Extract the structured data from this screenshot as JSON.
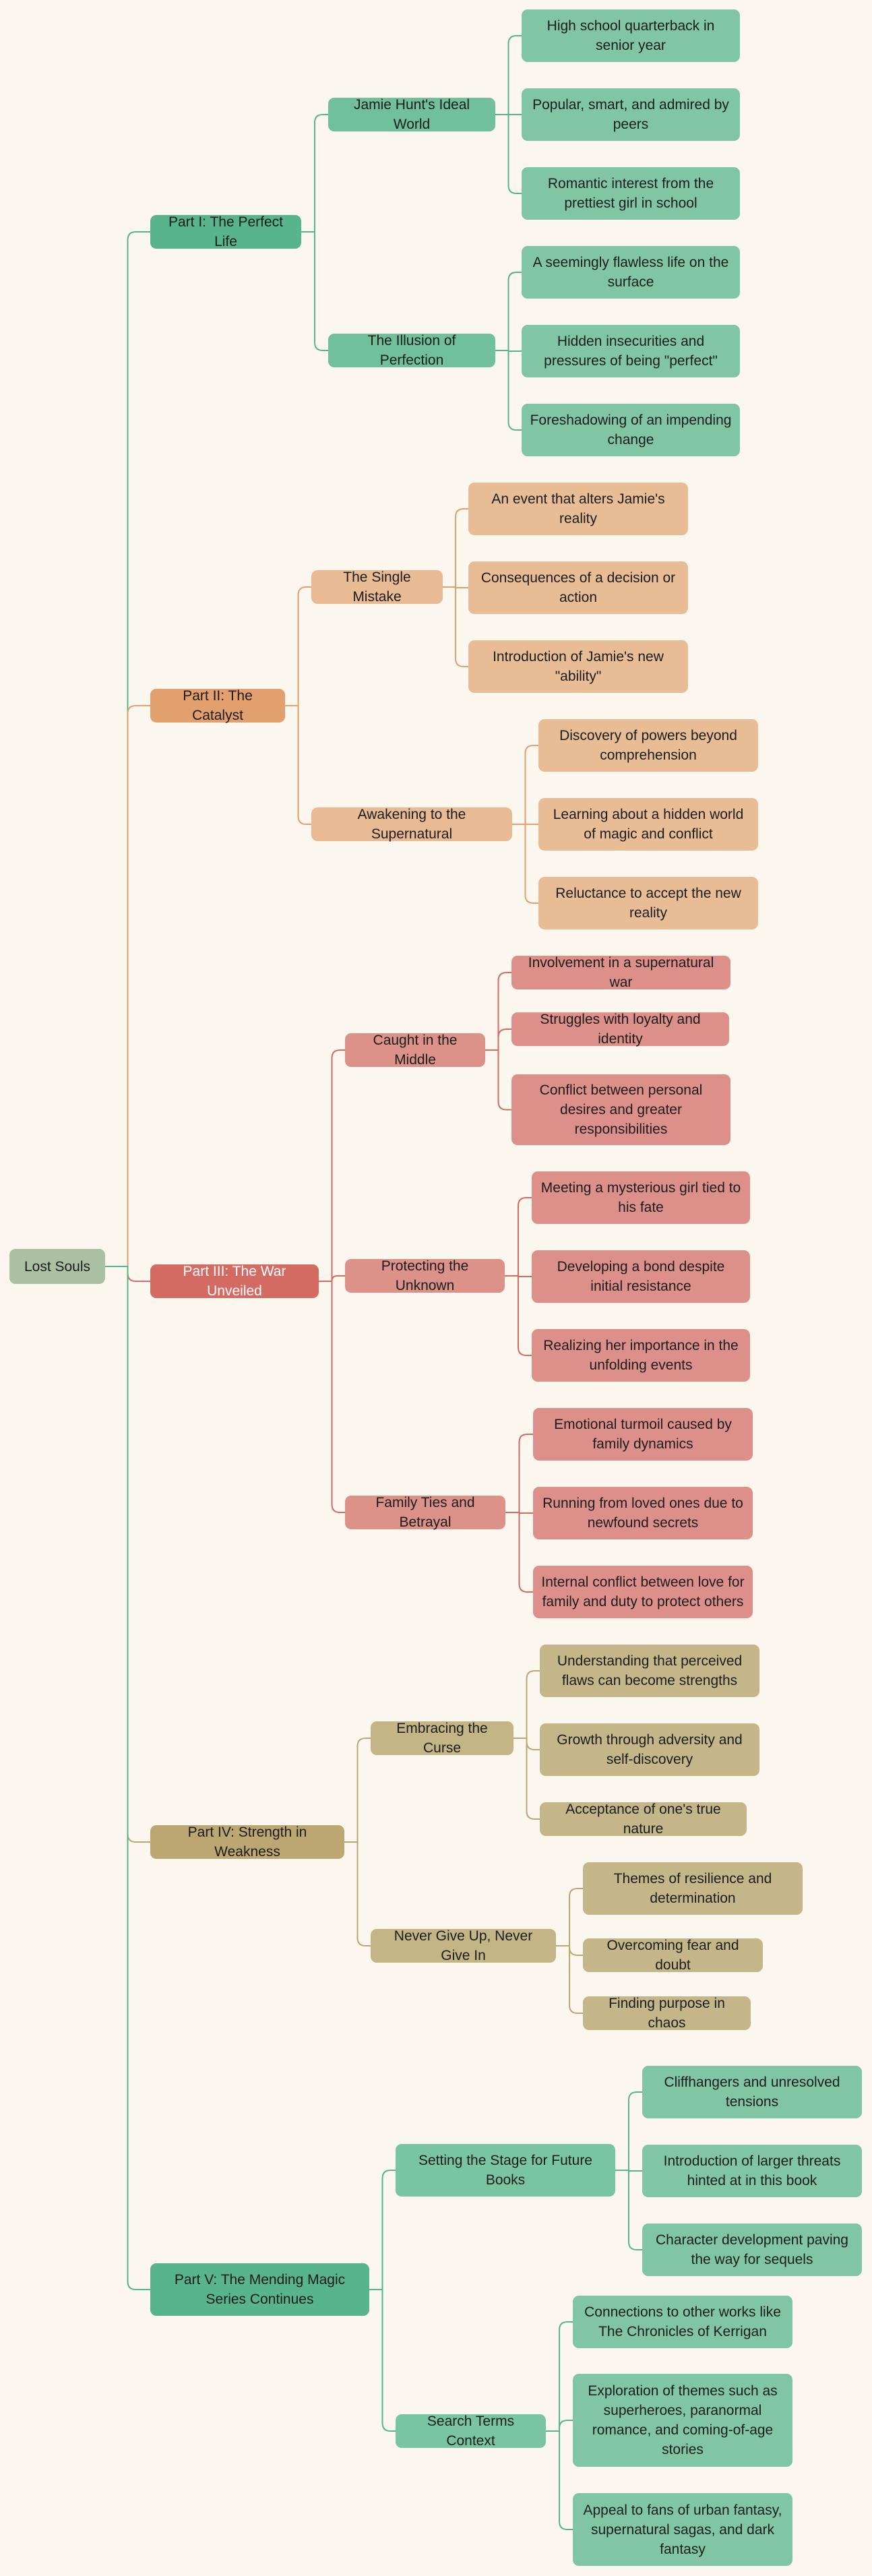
{
  "root": "Lost Souls",
  "parts": [
    {
      "label": "Part I: The Perfect Life",
      "color": "#58b48c",
      "subs": [
        {
          "label": "Jamie Hunt's Ideal World",
          "leaves": [
            "High school quarterback in senior year",
            "Popular, smart, and admired by peers",
            "Romantic interest from the prettiest girl in school"
          ]
        },
        {
          "label": "The Illusion of Perfection",
          "leaves": [
            "A seemingly flawless life on the surface",
            "Hidden insecurities and pressures of being \"perfect\"",
            "Foreshadowing of an impending change"
          ]
        }
      ]
    },
    {
      "label": "Part II: The Catalyst",
      "color": "#e2a06f",
      "subs": [
        {
          "label": "The Single Mistake",
          "leaves": [
            "An event that alters Jamie's reality",
            "Consequences of a decision or action",
            "Introduction of Jamie's new \"ability\""
          ]
        },
        {
          "label": "Awakening to the Supernatural",
          "leaves": [
            "Discovery of powers beyond comprehension",
            "Learning about a hidden world of magic and conflict",
            "Reluctance to accept the new reality"
          ]
        }
      ]
    },
    {
      "label": "Part III: The War Unveiled",
      "color": "#d36b62",
      "subs": [
        {
          "label": "Caught in the Middle",
          "leaves": [
            "Involvement in a supernatural war",
            "Struggles with loyalty and identity",
            "Conflict between personal desires and greater responsibilities"
          ]
        },
        {
          "label": "Protecting the Unknown",
          "leaves": [
            "Meeting a mysterious girl tied to his fate",
            "Developing a bond despite initial resistance",
            "Realizing her importance in the unfolding events"
          ]
        },
        {
          "label": "Family Ties and Betrayal",
          "leaves": [
            "Emotional turmoil caused by family dynamics",
            "Running from loved ones due to newfound secrets",
            "Internal conflict between love for family and duty to protect others"
          ]
        }
      ]
    },
    {
      "label": "Part IV: Strength in Weakness",
      "color": "#bca672",
      "subs": [
        {
          "label": "Embracing the Curse",
          "leaves": [
            "Understanding that perceived flaws can become strengths",
            "Growth through adversity and self-discovery",
            "Acceptance of one's true nature"
          ]
        },
        {
          "label": "Never Give Up, Never Give In",
          "leaves": [
            "Themes of resilience and determination",
            "Overcoming fear and doubt",
            "Finding purpose in chaos"
          ]
        }
      ]
    },
    {
      "label": "Part V: The Mending Magic Series Continues",
      "color": "#58b48c",
      "subs": [
        {
          "label": "Setting the Stage for Future Books",
          "leaves": [
            "Cliffhangers and unresolved tensions",
            "Introduction of larger threats hinted at in this book",
            "Character development paving the way for sequels"
          ]
        },
        {
          "label": "Search Terms Context",
          "leaves": [
            "Connections to other works like The Chronicles of Kerrigan",
            "Exploration of themes such as superheroes, paranormal romance, and coming-of-age stories",
            "Appeal to fans of urban fantasy, supernatural sagas, and dark fantasy"
          ]
        }
      ]
    }
  ]
}
